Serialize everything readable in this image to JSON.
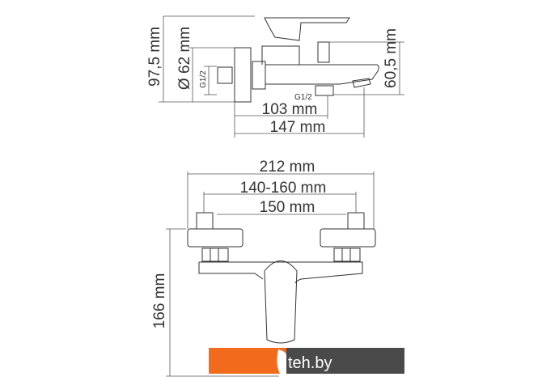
{
  "side_view": {
    "height_total": "97,5 mm",
    "flange_diameter": "Ø 62 mm",
    "inlet_thread": "G1/2",
    "spout_height": "60,5 mm",
    "outlet_thread": "G1/2",
    "outlet_reach": "103 mm",
    "spout_reach": "147 mm"
  },
  "front_view": {
    "overall_width": "212 mm",
    "center_range": "140-160 mm",
    "center_distance": "150 mm",
    "overall_height": "166 mm"
  },
  "watermark": {
    "text": "teh.by",
    "colors": {
      "orange": "#f26b1d",
      "dark": "#4a4a4a"
    }
  }
}
